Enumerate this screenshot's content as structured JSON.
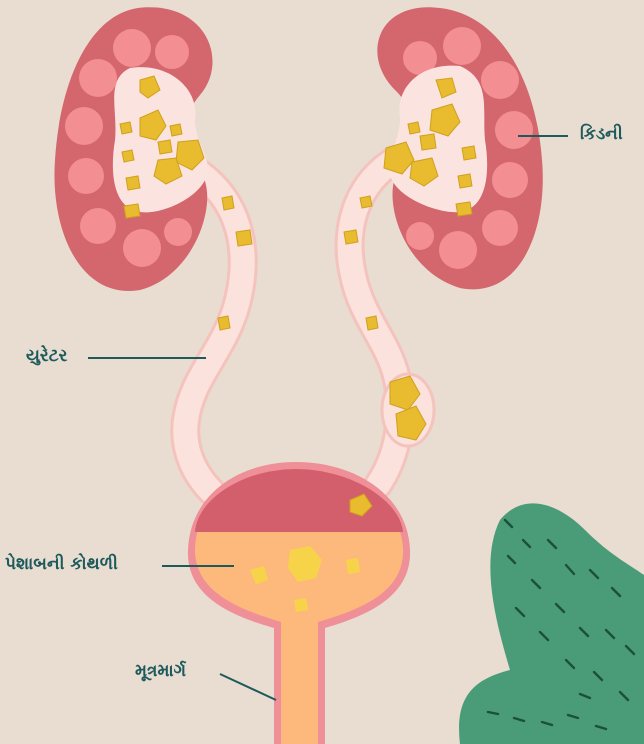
{
  "labels": {
    "kidney": "કિડની",
    "ureter": "યુરેટર",
    "bladder": "પેશાબની કોથળી",
    "urethra": "મૂત્રમાર્ગ"
  },
  "colors": {
    "background": "#e8ddd0",
    "kidney_outer": "#d4666d",
    "kidney_lobe": "#f38e92",
    "kidney_inner": "#fbe4df",
    "tube": "#fbe2dd",
    "tube_outline": "#f5c3bd",
    "stone": "#e8bc2e",
    "stone_light": "#f7d34a",
    "bladder_top": "#d35f6c",
    "bladder_bottom": "#fdb97c",
    "bladder_rim": "#ef8f97",
    "plant": "#4a9b78",
    "label_text": "#1d5a5c"
  }
}
